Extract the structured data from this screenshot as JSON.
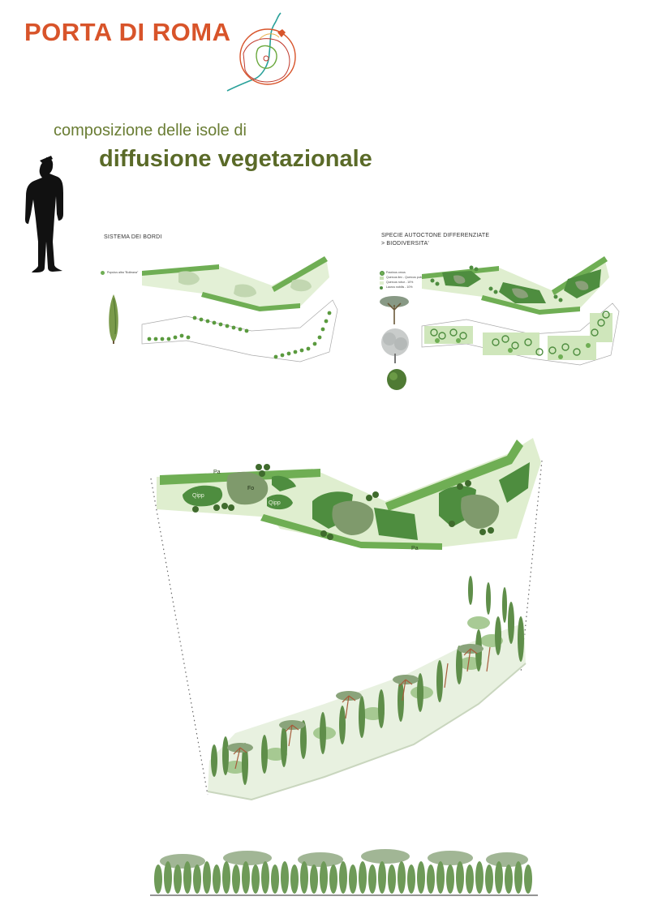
{
  "header": {
    "title": "PORTA DI ROMA",
    "subtitle_line1": "composizione delle isole di",
    "subtitle_line2": "diffusione vegetazionale"
  },
  "left_panel": {
    "title": "SISTEMA DEI BORDI",
    "legend": [
      "Populus alba \"Bolleana\""
    ]
  },
  "right_panel": {
    "title_line1": "SPECIE AUTOCTONE DIFFERENZIATE",
    "title_line2": "> BIODIVERSITA'",
    "legend": [
      "Fraxinus ornus",
      "Quercus ilex - Quercus pubescens",
      "Quercus robur - 10%",
      "Laurus nobilis - 10%"
    ]
  },
  "plan_labels": {
    "pa_top": "Pa",
    "fo": "Fo",
    "qipp_left": "Qipp",
    "qipp_right": "Qipp",
    "pa_bottom": "Pa"
  },
  "colors": {
    "brand": "#d8542a",
    "subtitle": "#6a7d34",
    "band_green": "#6fae54",
    "pale_green": "#dfeecf",
    "mid_green": "#4e8d3f",
    "grey_green": "#7f9a6c",
    "dark_green": "#3f6b2d"
  }
}
